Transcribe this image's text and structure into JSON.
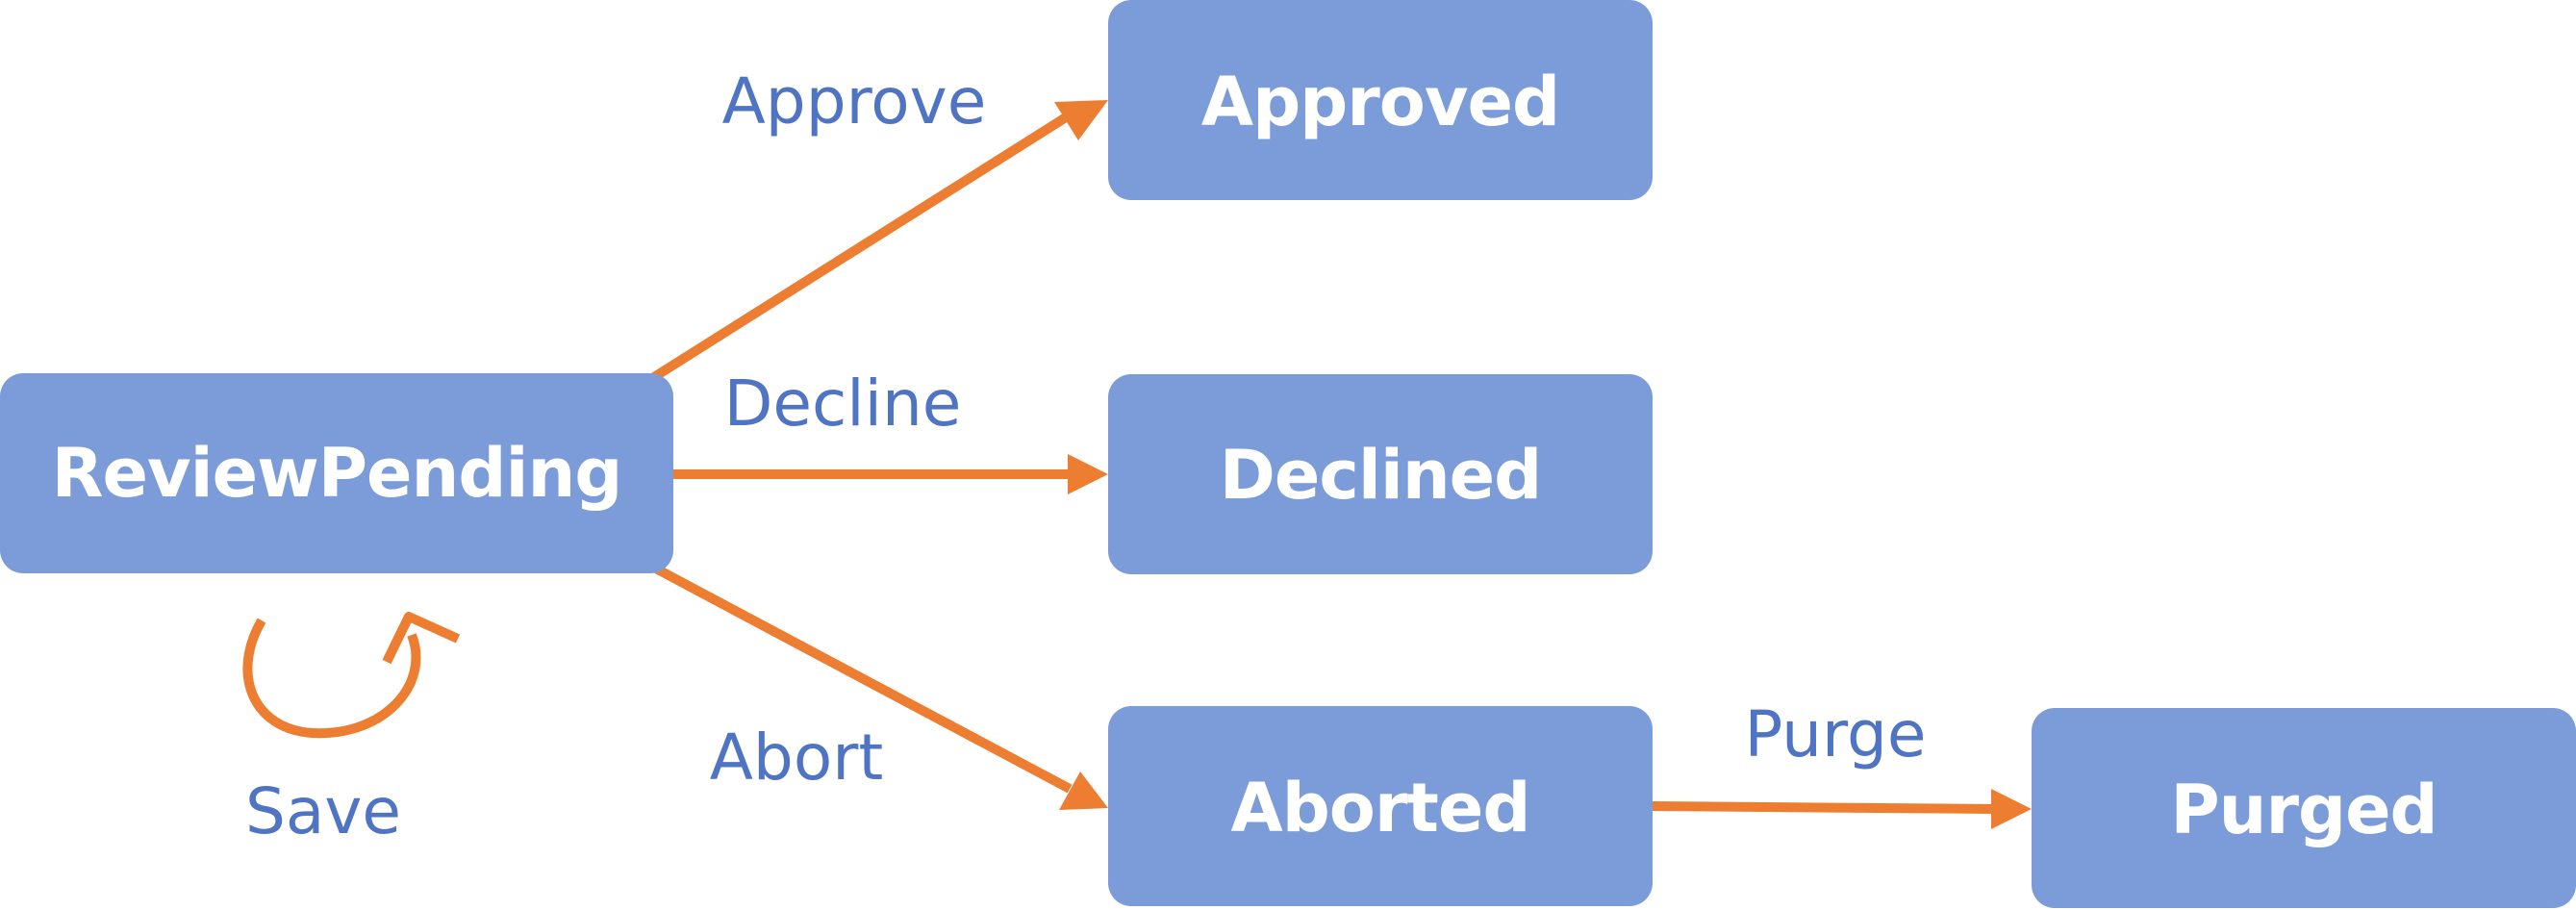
{
  "colors": {
    "state_fill": "#7b9cd8",
    "state_text": "#ffffff",
    "edge": "#ed7d31",
    "edge_label": "#4f74c4"
  },
  "states": [
    {
      "id": "review-pending",
      "label": "ReviewPending"
    },
    {
      "id": "approved",
      "label": "Approved"
    },
    {
      "id": "declined",
      "label": "Declined"
    },
    {
      "id": "aborted",
      "label": "Aborted"
    },
    {
      "id": "purged",
      "label": "Purged"
    }
  ],
  "transitions": [
    {
      "from": "review-pending",
      "to": "approved",
      "label": "Approve"
    },
    {
      "from": "review-pending",
      "to": "declined",
      "label": "Decline"
    },
    {
      "from": "review-pending",
      "to": "aborted",
      "label": "Abort"
    },
    {
      "from": "review-pending",
      "to": "review-pending",
      "label": "Save"
    },
    {
      "from": "aborted",
      "to": "purged",
      "label": "Purge"
    }
  ]
}
